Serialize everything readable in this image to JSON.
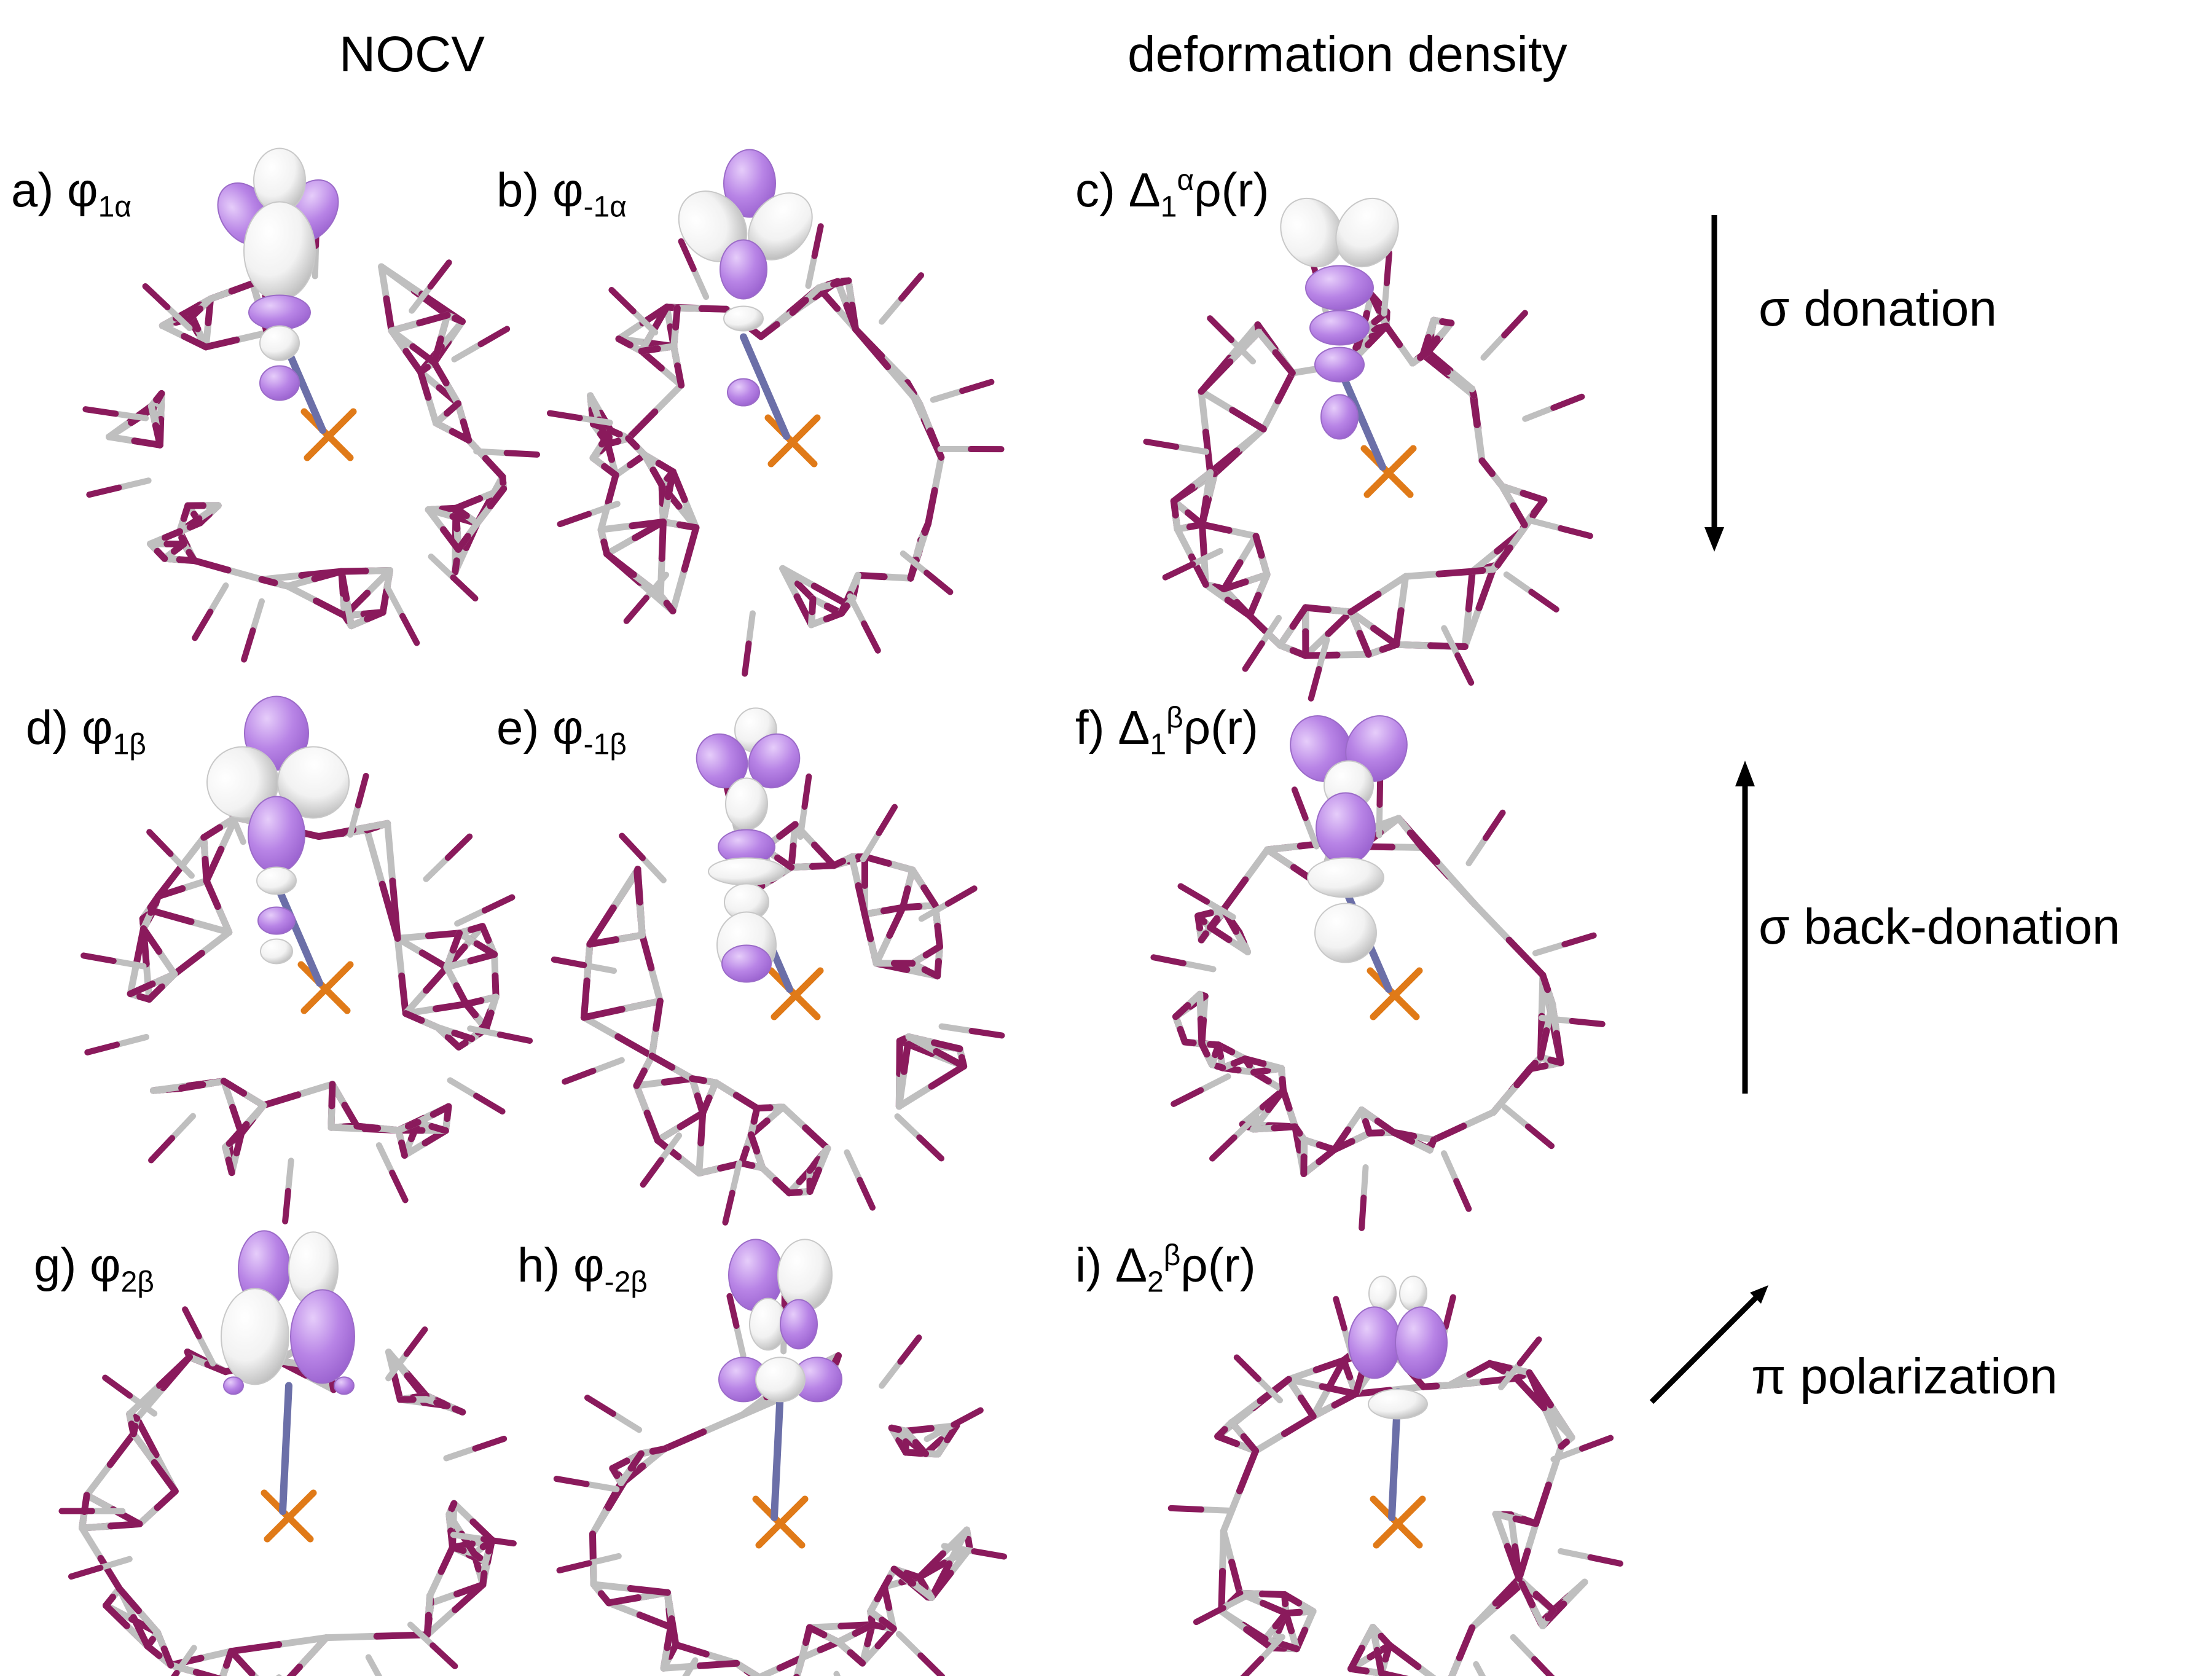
{
  "headers": {
    "nocv": "NOCV",
    "deformation": "deformation density"
  },
  "panels": [
    {
      "id": "a",
      "prefix": "a) φ",
      "sub": "1α",
      "sup": "",
      "suffix": ""
    },
    {
      "id": "b",
      "prefix": "b) φ",
      "sub": "-1α",
      "sup": "",
      "suffix": ""
    },
    {
      "id": "c",
      "prefix": "c) Δ",
      "sub": "1",
      "sup": "α",
      "suffix": "ρ(r)"
    },
    {
      "id": "d",
      "prefix": "d) φ",
      "sub": "1β",
      "sup": "",
      "suffix": ""
    },
    {
      "id": "e",
      "prefix": "e) φ",
      "sub": "-1β",
      "sup": "",
      "suffix": ""
    },
    {
      "id": "f",
      "prefix": "f) Δ",
      "sub": "1",
      "sup": "β",
      "suffix": "ρ(r)"
    },
    {
      "id": "g",
      "prefix": "g) φ",
      "sub": "2β",
      "sup": "",
      "suffix": ""
    },
    {
      "id": "h",
      "prefix": "h) φ",
      "sub": "-2β",
      "sup": "",
      "suffix": ""
    },
    {
      "id": "i",
      "prefix": "i) Δ",
      "sub": "2",
      "sup": "β",
      "suffix": "ρ(r)"
    }
  ],
  "processes": {
    "donation": "σ donation",
    "back_donation": "σ back-donation",
    "pi_polarization": "π polarization"
  },
  "colors": {
    "lobe_purple": "#b884e6",
    "lobe_white": "#f2f2f2",
    "bond_purple": "#8a1a5c",
    "bond_grey": "#bfbfbf",
    "metal_orange": "#e07a18",
    "nitrogen_blue": "#6b6fa8"
  }
}
